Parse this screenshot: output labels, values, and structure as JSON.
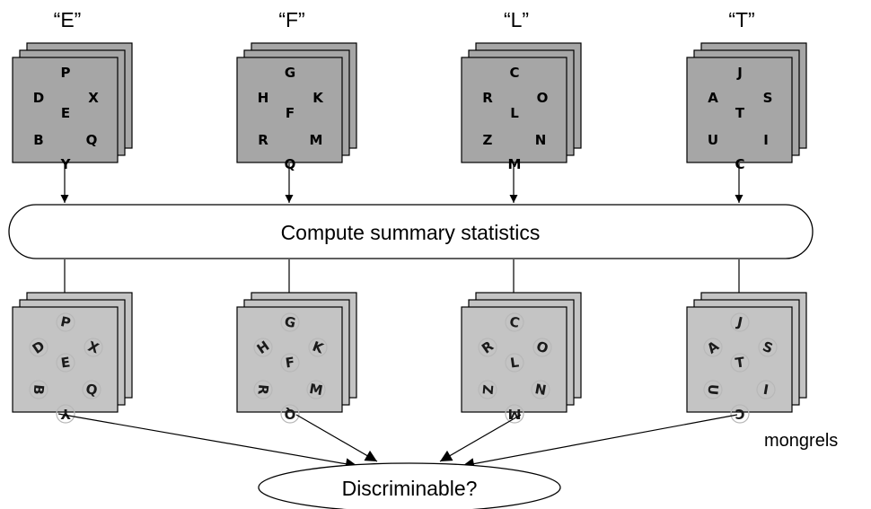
{
  "conditions": [
    {
      "label": "“E”",
      "letters": {
        "top": "P",
        "left": "D",
        "right": "X",
        "center": "E",
        "bottom_left": "B",
        "bottom_right": "Q",
        "bottom": "Y"
      }
    },
    {
      "label": "“F”",
      "letters": {
        "top": "G",
        "left": "H",
        "right": "K",
        "center": "F",
        "bottom_left": "R",
        "bottom_right": "M",
        "bottom": "Q"
      }
    },
    {
      "label": "“L”",
      "letters": {
        "top": "C",
        "left": "R",
        "right": "O",
        "center": "L",
        "bottom_left": "Z",
        "bottom_right": "N",
        "bottom": "M"
      }
    },
    {
      "label": "“T”",
      "letters": {
        "top": "J",
        "left": "A",
        "right": "S",
        "center": "T",
        "bottom_left": "U",
        "bottom_right": "I",
        "bottom": "C"
      }
    }
  ],
  "process_box": {
    "label": "Compute summary statistics"
  },
  "output_caption": "mongrels",
  "decision": {
    "label": "Discriminable?"
  },
  "colors": {
    "stimulus_fill": "#a6a6a6",
    "mongrel_fill": "#c4c4c4",
    "stroke": "#000000"
  }
}
